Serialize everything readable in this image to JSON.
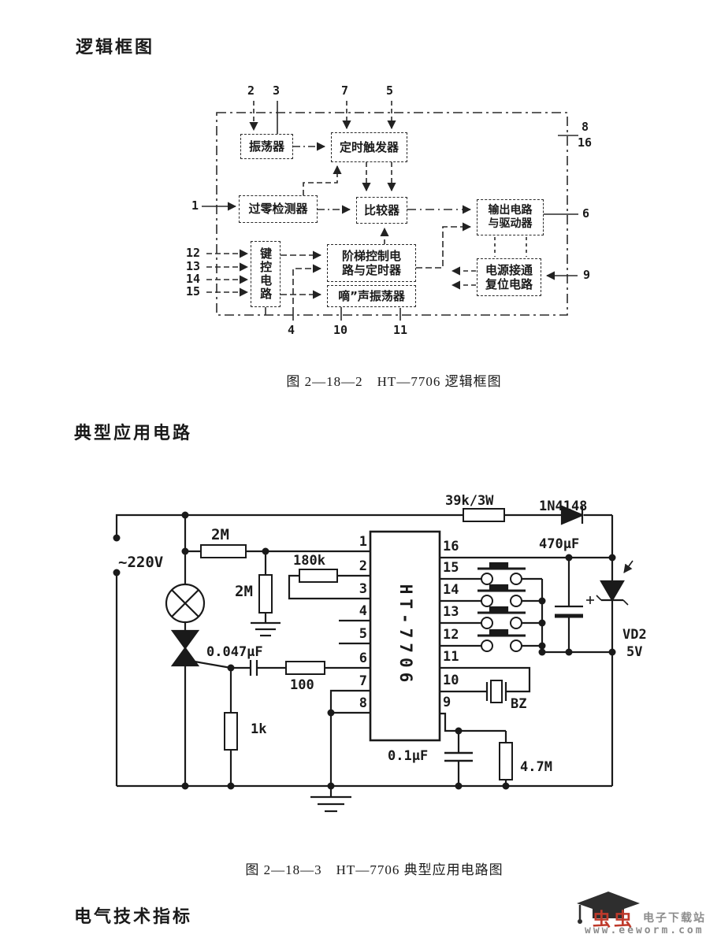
{
  "headings": {
    "logic": "逻辑框图",
    "application": "典型应用电路",
    "electrical": "电气技术指标"
  },
  "captions": {
    "fig1": "图 2—18—2　HT—7706 逻辑框图",
    "fig2": "图 2—18—3　HT—7706 典型应用电路图"
  },
  "logic_diagram": {
    "blocks": {
      "oscillator": "振荡器",
      "timing_trigger": "定时触发器",
      "zero_cross_detector": "过零检测器",
      "comparator": "比较器",
      "output_driver_line1": "输出电路",
      "output_driver_line2": "与驱动器",
      "key_control": "键控电路",
      "step_control_line1": "阶梯控制电",
      "step_control_line2": "路与定时器",
      "beep_oscillator": "嘀”声振荡器",
      "power_reset_line1": "电源接通",
      "power_reset_line2": "复位电路"
    },
    "pin_labels": {
      "top": [
        "2",
        "3",
        "7",
        "5"
      ],
      "left": [
        "1",
        "12",
        "13",
        "14",
        "15"
      ],
      "right": [
        "8",
        "16",
        "6",
        "9"
      ],
      "bottom": [
        "4",
        "10",
        "11"
      ]
    }
  },
  "application_circuit": {
    "ic_label": "HT-7706",
    "left_pins": [
      "1",
      "2",
      "3",
      "4",
      "5",
      "6",
      "7",
      "8"
    ],
    "right_pins": [
      "16",
      "15",
      "14",
      "13",
      "12",
      "11",
      "10",
      "9"
    ],
    "labels": {
      "ac_source": "~220V",
      "r_2m_horizontal": "2M",
      "r_2m_vertical": "2M",
      "r_180k": "180k",
      "r_39k": "39k/3W",
      "d_1n4148": "1N4148",
      "c_470uf": "470µF",
      "c_0047uf": "0.047µF",
      "r_100": "100",
      "r_1k": "1k",
      "c_01uf": "0.1µF",
      "r_47m": "4.7M",
      "zener_name": "VD2",
      "zener_value": "5V",
      "buzzer": "BZ"
    }
  },
  "watermark": {
    "brand": "虫虫",
    "suffix": "电子下载站",
    "url": "www.eeworm.com",
    "brand_color": "#bf3a2b",
    "gray": "#8c8c8c"
  }
}
